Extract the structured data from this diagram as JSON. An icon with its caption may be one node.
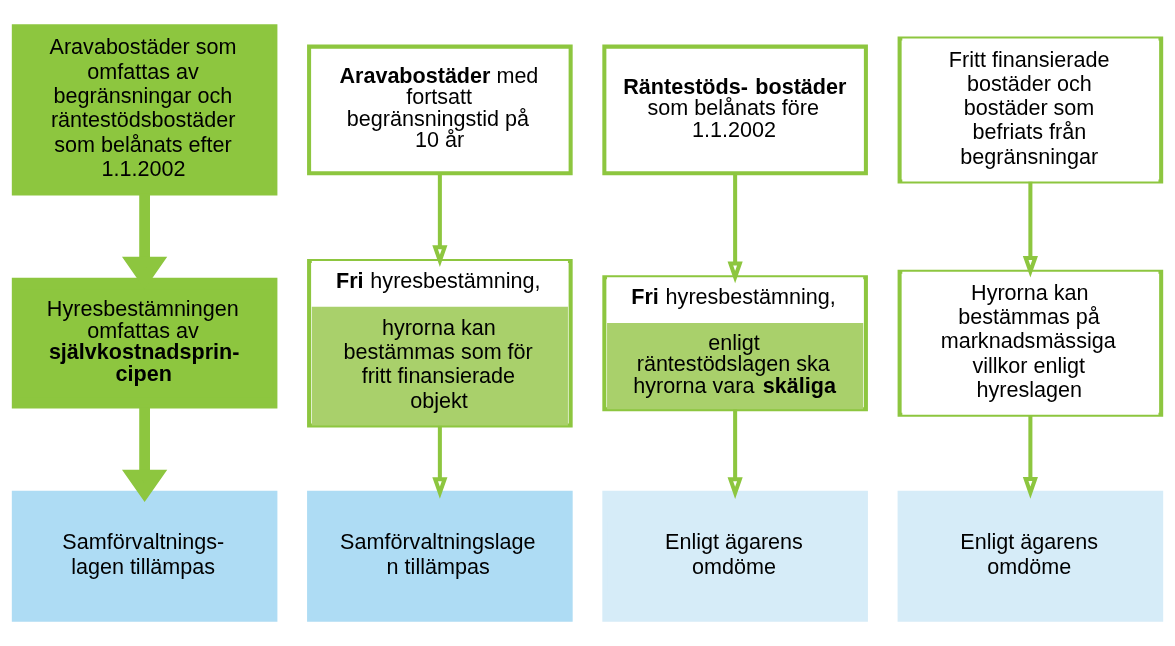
{
  "diagram": {
    "nodes": [
      {
        "text": [
          "Aravabostäder som omfattas av begränsningar och räntestödsbostäder som belånats efter 1.1.2002"
        ]
      },
      {
        "text": [
          "**Aravabostäder** med fortsatt begränsningstid på 10 år"
        ]
      },
      {
        "text": [
          "**Räntestöds- bostäder** som belånats före 1.1.2002"
        ]
      },
      {
        "text": [
          "Fritt finansierade bostäder och bostäder som befriats från begränsningar"
        ]
      },
      {
        "text": [
          "Hyresbestämningen omfattas av **självkostnadsprin- cipen**"
        ]
      },
      {
        "text": [
          "**Fri** hyresbestämning,",
          "hyrorna kan bestämmas som för fritt finansierade objekt"
        ]
      },
      {
        "text": [
          "**Fri** hyresbestämning,",
          "enligt räntestödslagen ska hyrorna vara **skäliga**"
        ]
      },
      {
        "text": [
          "Hyrorna kan bestämmas på marknadsmässiga villkor enligt hyreslagen"
        ]
      },
      {
        "text": [
          "Samförvaltnings- lagen tillämpas"
        ]
      },
      {
        "text": [
          "Samförvaltningslage n tillämpas"
        ]
      },
      {
        "text": [
          "Enligt ägarens omdöme"
        ]
      },
      {
        "text": [
          "Enligt ägarens omdöme"
        ]
      }
    ],
    "edges": [
      {
        "from": 0,
        "to": 4,
        "arrow": "to",
        "style": "thick"
      },
      {
        "from": 4,
        "to": 8,
        "arrow": "to",
        "style": "thick"
      },
      {
        "from": 1,
        "to": 5,
        "arrow": "to"
      },
      {
        "from": 5,
        "to": 9,
        "arrow": "to"
      },
      {
        "from": 2,
        "to": 6,
        "arrow": "to"
      },
      {
        "from": 6,
        "to": 10,
        "arrow": "to"
      },
      {
        "from": 3,
        "to": 7,
        "arrow": "to"
      },
      {
        "from": 7,
        "to": 11,
        "arrow": "to"
      }
    ]
  }
}
